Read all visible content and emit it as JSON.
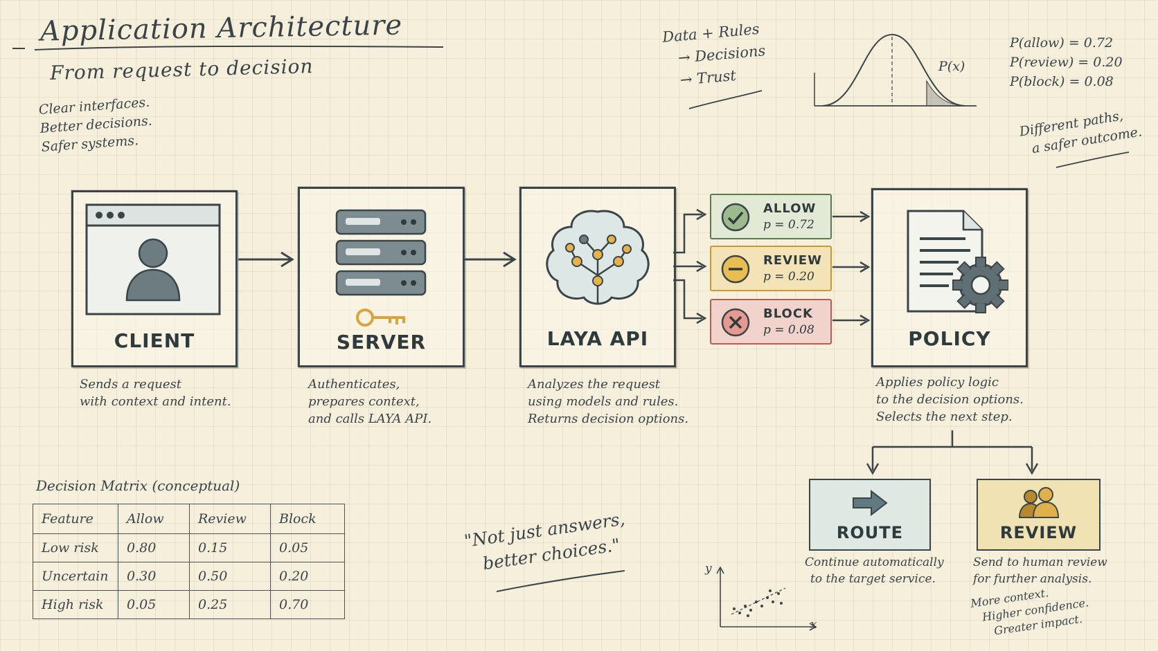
{
  "header": {
    "title": "Application Architecture",
    "subtitle": "From request to decision",
    "tagline": [
      "Clear interfaces.",
      "Better decisions.",
      "Safer systems."
    ]
  },
  "top_note": [
    "Data + Rules",
    "→ Decisions",
    "→ Trust"
  ],
  "distribution": {
    "label": "P(x)"
  },
  "probabilities": [
    "P(allow) = 0.72",
    "P(review) = 0.20",
    "P(block) = 0.08"
  ],
  "side_note": [
    "Different paths,",
    "a safer outcome."
  ],
  "components": {
    "client": {
      "label": "CLIENT",
      "desc": [
        "Sends a request",
        "with context and intent."
      ]
    },
    "server": {
      "label": "SERVER",
      "desc": [
        "Authenticates,",
        "prepares context,",
        "and calls LAYA API."
      ]
    },
    "api": {
      "label": "LAYA API",
      "desc": [
        "Analyzes the request",
        "using models and rules.",
        "Returns decision options."
      ]
    },
    "policy": {
      "label": "POLICY",
      "desc": [
        "Applies policy logic",
        "to the decision options.",
        "Selects the next step."
      ]
    }
  },
  "options": [
    {
      "name": "ALLOW",
      "prob": "p = 0.72",
      "color": "#e2ead6",
      "border": "#5c7a52"
    },
    {
      "name": "REVIEW",
      "prob": "p = 0.20",
      "color": "#f3e3b6",
      "border": "#c99a2c"
    },
    {
      "name": "BLOCK",
      "prob": "p = 0.08",
      "color": "#f1d3cc",
      "border": "#bc5a50"
    }
  ],
  "outcomes": {
    "route": {
      "label": "ROUTE",
      "desc": [
        "Continue automatically",
        "to the target service."
      ]
    },
    "review": {
      "label": "REVIEW",
      "desc": [
        "Send to human review",
        "for further analysis."
      ]
    }
  },
  "review_note": [
    "More context.",
    "Higher confidence.",
    "Greater impact."
  ],
  "matrix": {
    "title": "Decision Matrix (conceptual)",
    "headers": [
      "Feature",
      "Allow",
      "Review",
      "Block"
    ],
    "rows": [
      [
        "Low risk",
        "0.80",
        "0.15",
        "0.05"
      ],
      [
        "Uncertain",
        "0.30",
        "0.50",
        "0.20"
      ],
      [
        "High risk",
        "0.05",
        "0.25",
        "0.70"
      ]
    ]
  },
  "quote": [
    "\"Not just answers,",
    "better choices.\""
  ],
  "scatter": {
    "x_label": "x",
    "y_label": "y"
  }
}
